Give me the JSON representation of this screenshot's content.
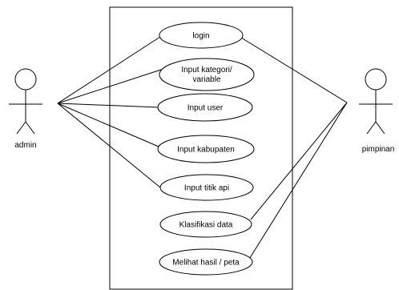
{
  "actors": [
    {
      "id": "admin",
      "label": "admin"
    },
    {
      "id": "pimpinan",
      "label": "pimpinan"
    }
  ],
  "use_cases": [
    {
      "id": "login",
      "lines": [
        "login"
      ]
    },
    {
      "id": "input-kategori",
      "lines": [
        "Input kategori/",
        "variable"
      ]
    },
    {
      "id": "input-user",
      "lines": [
        "Input user"
      ]
    },
    {
      "id": "input-kabupaten",
      "lines": [
        "Input kabupaten"
      ]
    },
    {
      "id": "input-titik-api",
      "lines": [
        "Input titik api"
      ]
    },
    {
      "id": "klasifikasi-data",
      "lines": [
        "Klasifikasi data"
      ]
    },
    {
      "id": "melihat-hasil",
      "lines": [
        "Melihat hasil / peta"
      ]
    }
  ],
  "associations": [
    {
      "actor": "admin",
      "use_case": "login"
    },
    {
      "actor": "admin",
      "use_case": "input-kategori"
    },
    {
      "actor": "admin",
      "use_case": "input-user"
    },
    {
      "actor": "admin",
      "use_case": "input-kabupaten"
    },
    {
      "actor": "admin",
      "use_case": "input-titik-api"
    },
    {
      "actor": "pimpinan",
      "use_case": "login"
    },
    {
      "actor": "pimpinan",
      "use_case": "klasifikasi-data"
    },
    {
      "actor": "pimpinan",
      "use_case": "melihat-hasil"
    }
  ],
  "colors": {
    "stroke": "#000000",
    "fill": "#ffffff"
  }
}
